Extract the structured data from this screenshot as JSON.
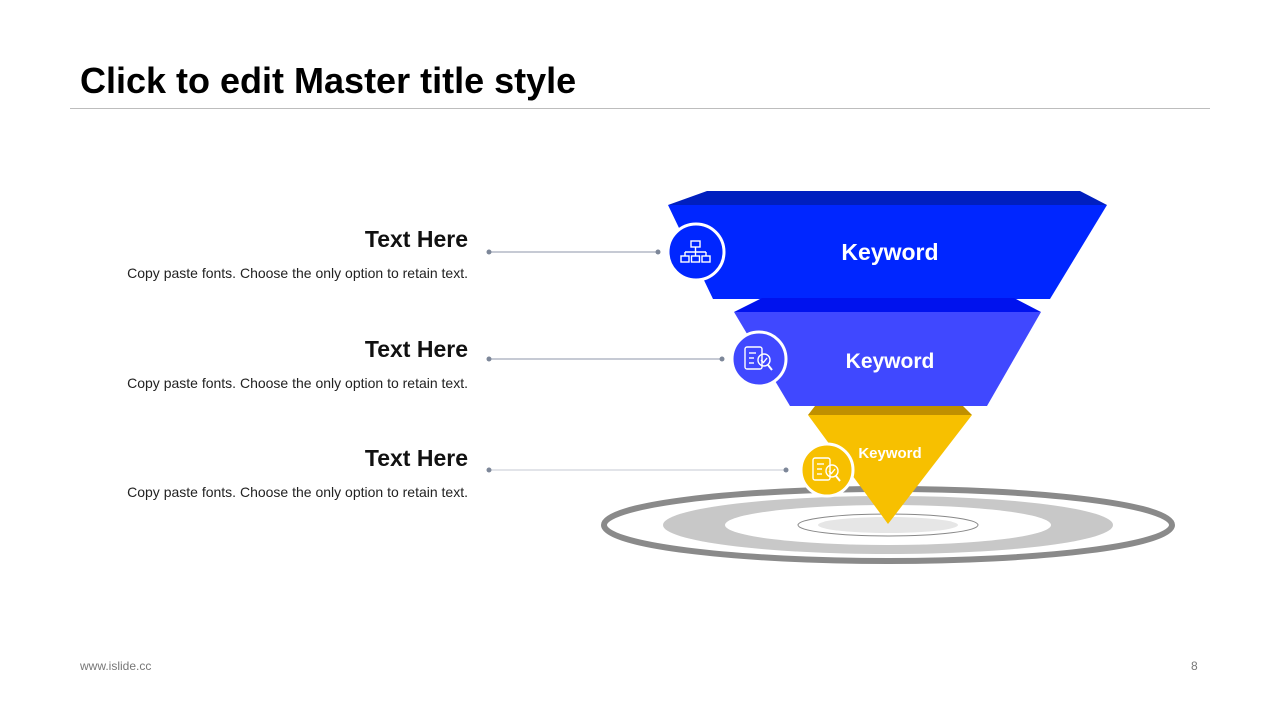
{
  "slide": {
    "title": "Click to edit Master title style",
    "footer_url": "www.islide.cc",
    "page_number": "8"
  },
  "items": [
    {
      "heading": "Text Here",
      "body": "Copy paste fonts. Choose the only option to retain text."
    },
    {
      "heading": "Text Here",
      "body": "Copy paste fonts. Choose the only option to retain text."
    },
    {
      "heading": "Text Here",
      "body": "Copy paste fonts. Choose the only option to retain text."
    }
  ],
  "funnel": [
    {
      "label": "Keyword",
      "icon": "hierarchy-icon",
      "color": "#0026ff"
    },
    {
      "label": "Keyword",
      "icon": "clipboard-search-icon",
      "color": "#4048ff"
    },
    {
      "label": "Keyword",
      "icon": "clipboard-search-icon",
      "color": "#f7c000"
    }
  ]
}
